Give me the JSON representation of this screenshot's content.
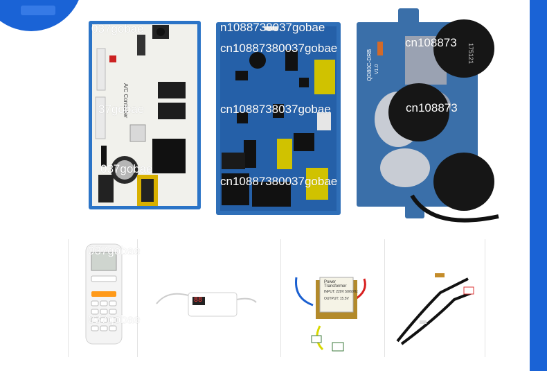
{
  "watermarks": {
    "w1": "037gobae",
    "w2": "n1088738037gobae",
    "w3": "37gobae",
    "w4": "cn10887380037gobae",
    "w5": "cn1088738037gobae",
    "w6": "cn108873",
    "w7": "037gobae",
    "w8": "cn10887380037gobae",
    "w9": "037gobae",
    "w10": "cn108873",
    "w11": "037gobae"
  },
  "board1": {
    "label": "A/C Controller"
  },
  "board3": {
    "model": "QD80C-DRB",
    "version": "V1.0",
    "cap_text": "175121"
  },
  "receiver": {
    "display": "88"
  },
  "transformer": {
    "title": "Power Transformer",
    "line1": "INPUT: 220V 50/60Hz",
    "line2": "OUTPUT: 15.5V"
  },
  "colors": {
    "board_blue": "#2b74c7",
    "board_white": "#f1f1ec",
    "brand_blue": "#1a63d6"
  }
}
